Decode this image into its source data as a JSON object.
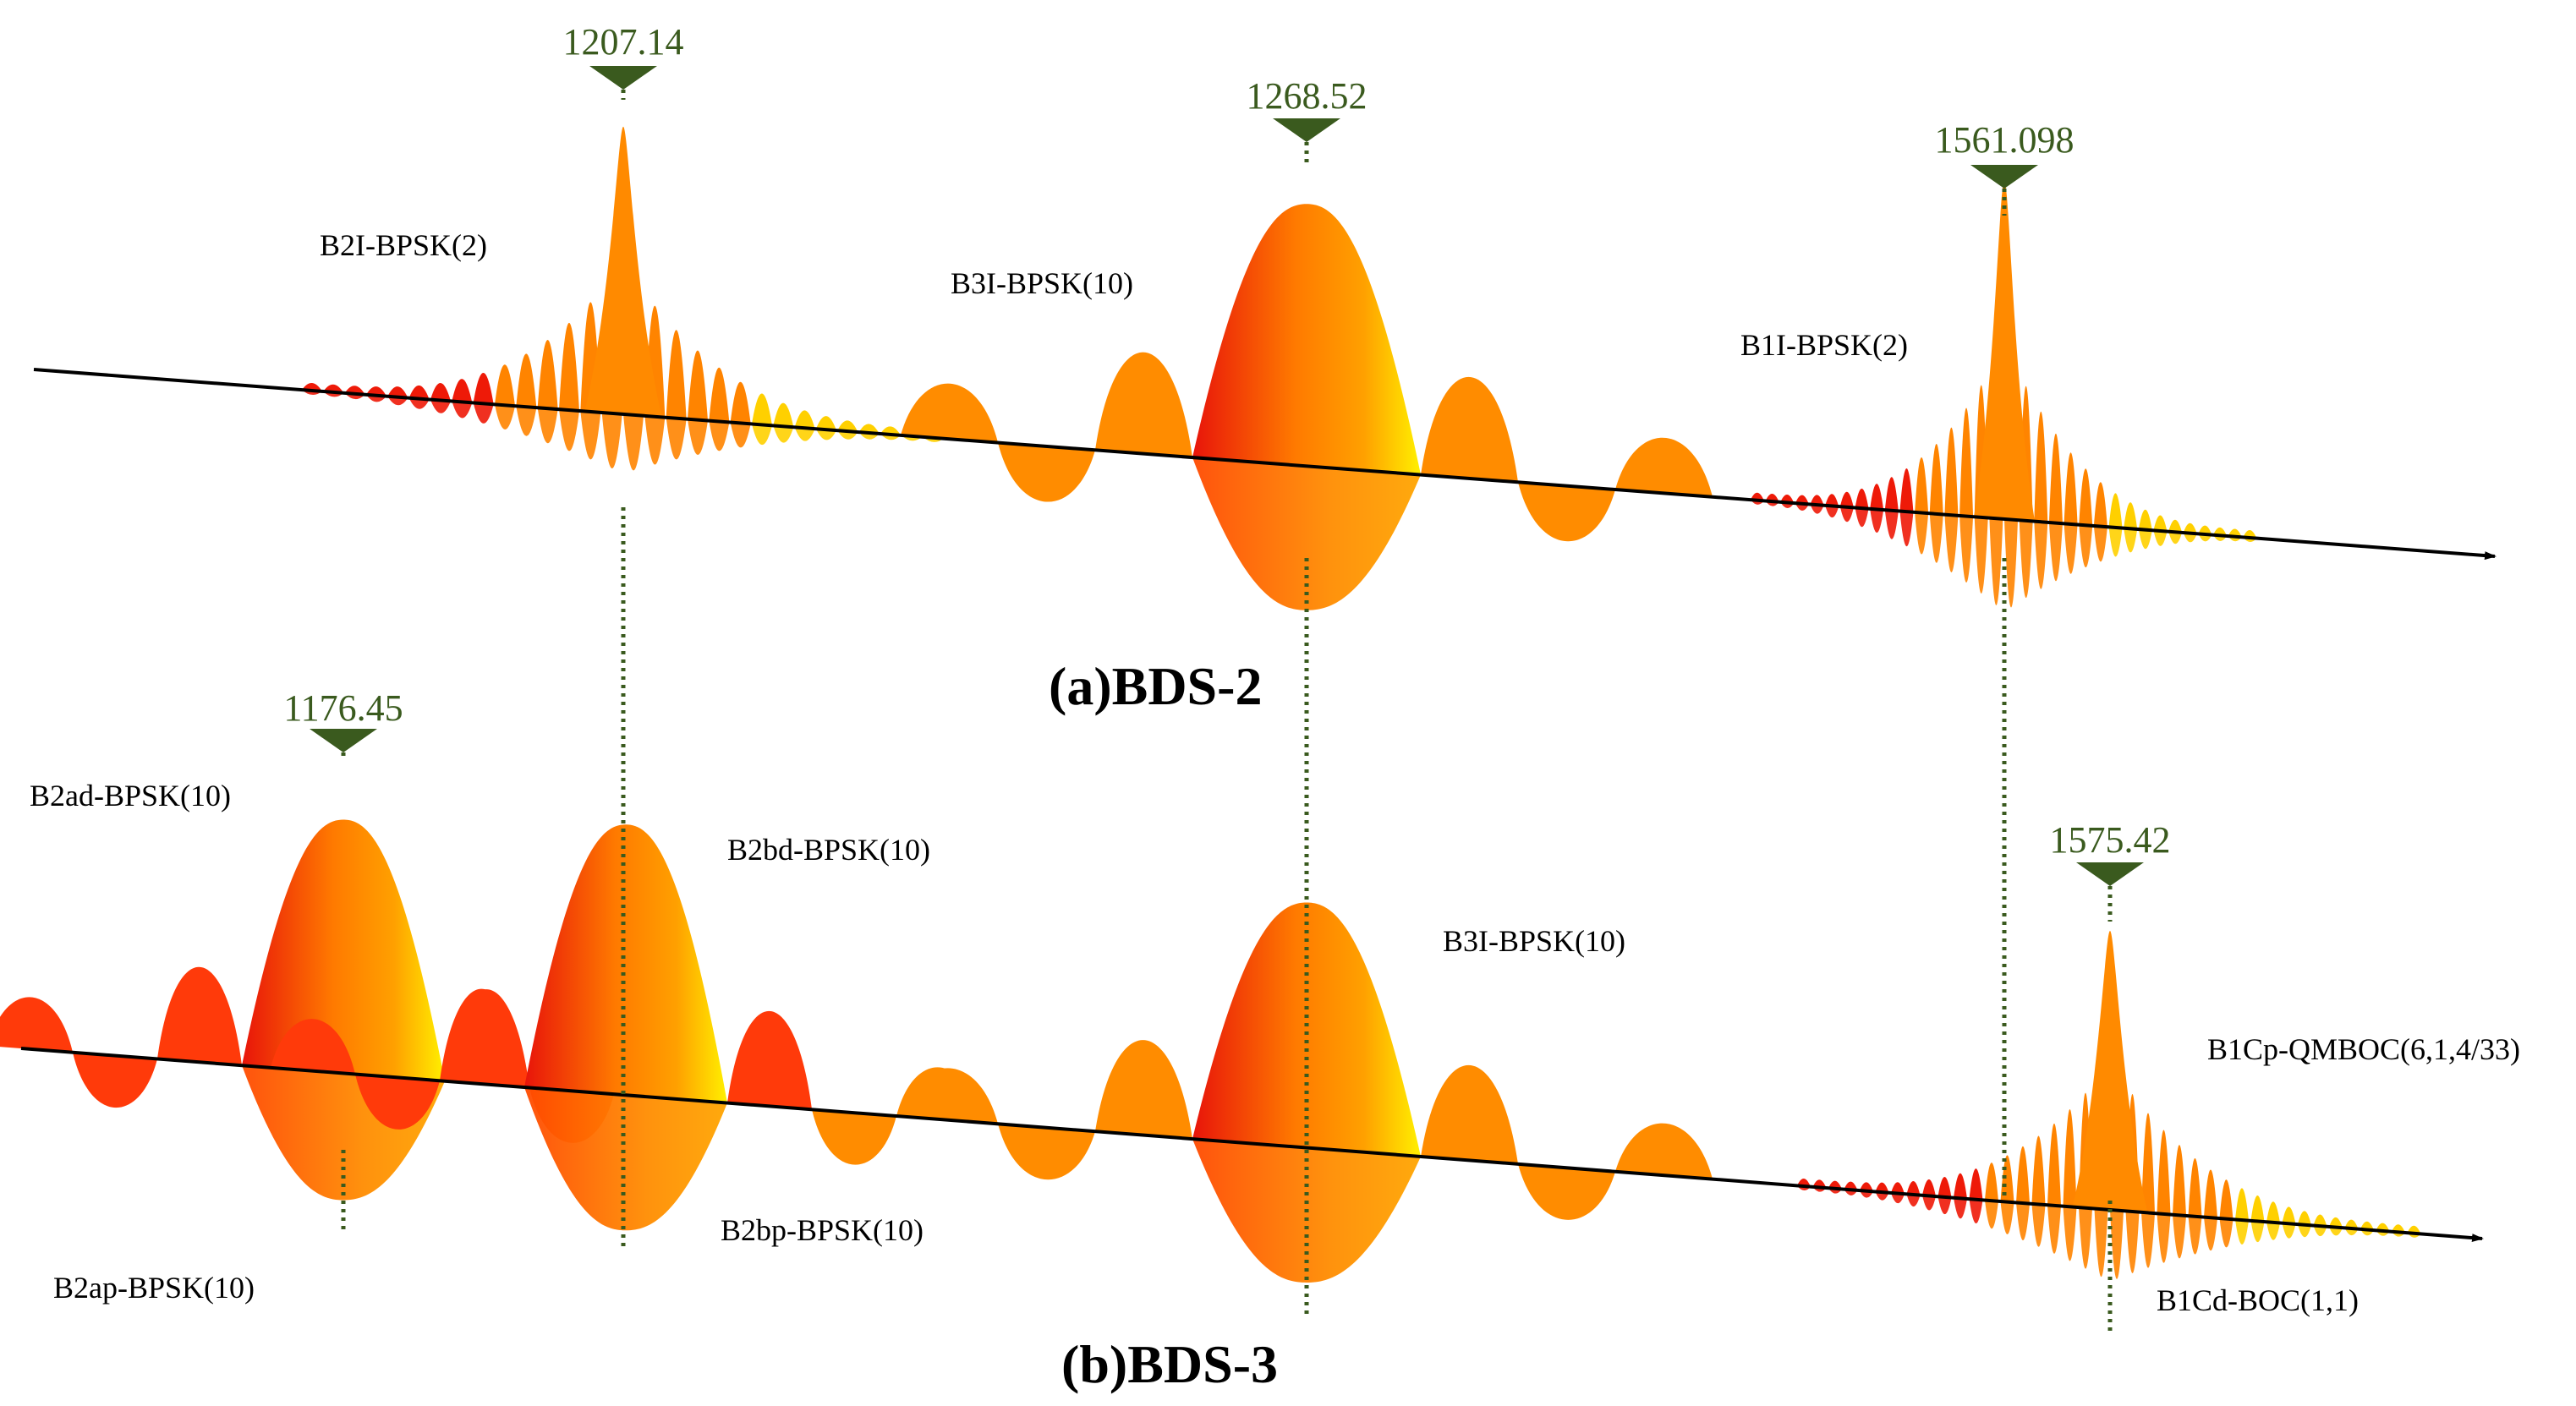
{
  "panels": [
    {
      "caption": "(a)BDS-2",
      "signals": [
        {
          "label": "B2I-BPSK(2)",
          "frequency": "1207.14"
        },
        {
          "label": "B3I-BPSK(10)",
          "frequency": "1268.52"
        },
        {
          "label": "B1I-BPSK(2)",
          "frequency": "1561.098"
        }
      ]
    },
    {
      "caption": "(b)BDS-3",
      "signals": [
        {
          "label": "B2ad-BPSK(10)",
          "frequency": "1176.45"
        },
        {
          "label": "B2ap-BPSK(10)"
        },
        {
          "label": "B2bd-BPSK(10)"
        },
        {
          "label": "B2bp-BPSK(10)"
        },
        {
          "label": "B3I-BPSK(10)"
        },
        {
          "label": "B1Cp-QMBOC(6,1,4/33)",
          "frequency": "1575.42"
        },
        {
          "label": "B1Cd-BOC(1,1)"
        }
      ]
    }
  ],
  "colors": {
    "spectrum_low": "#e8140a",
    "spectrum_mid": "#ff8c00",
    "spectrum_high": "#ffee00",
    "marker": "#3a5a1e",
    "axis": "#000000"
  }
}
